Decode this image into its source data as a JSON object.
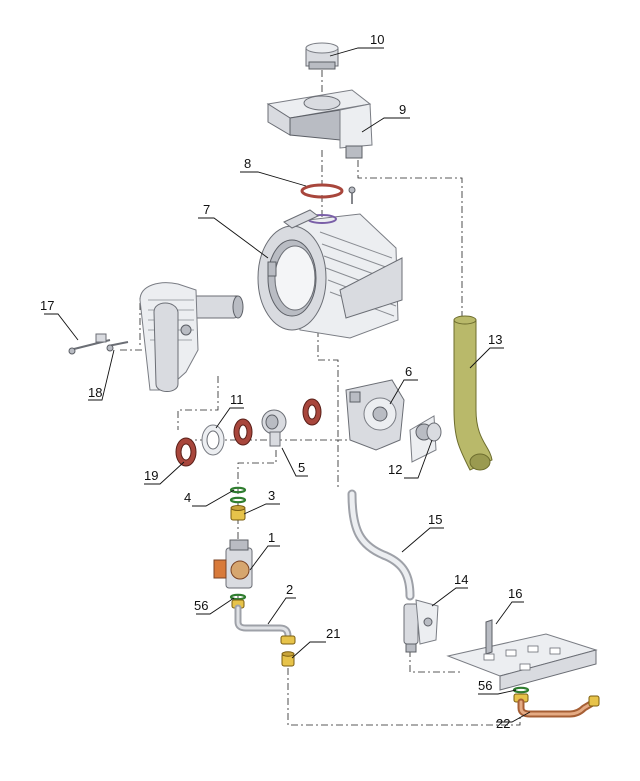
{
  "callouts": [
    {
      "id": "c1",
      "text": "1"
    },
    {
      "id": "c2",
      "text": "2"
    },
    {
      "id": "c3",
      "text": "3"
    },
    {
      "id": "c4",
      "text": "4"
    },
    {
      "id": "c5",
      "text": "5"
    },
    {
      "id": "c6",
      "text": "6"
    },
    {
      "id": "c7",
      "text": "7"
    },
    {
      "id": "c8",
      "text": "8"
    },
    {
      "id": "c9",
      "text": "9"
    },
    {
      "id": "c10",
      "text": "10"
    },
    {
      "id": "c11",
      "text": "11"
    },
    {
      "id": "c12",
      "text": "12"
    },
    {
      "id": "c13",
      "text": "13"
    },
    {
      "id": "c14",
      "text": "14"
    },
    {
      "id": "c15",
      "text": "15"
    },
    {
      "id": "c16",
      "text": "16"
    },
    {
      "id": "c17",
      "text": "17"
    },
    {
      "id": "c18",
      "text": "18"
    },
    {
      "id": "c19",
      "text": "19"
    },
    {
      "id": "c21",
      "text": "21"
    },
    {
      "id": "c22",
      "text": "22"
    },
    {
      "id": "c56a",
      "text": "56"
    },
    {
      "id": "c56b",
      "text": "56"
    }
  ],
  "colors": {
    "metal": "#d9dbe0",
    "gasket": "#a8463c",
    "brass": "#e7c34a",
    "oring": "#2f7d2f",
    "copper": "#d69468",
    "olive_pipe": "#b9b96a"
  }
}
